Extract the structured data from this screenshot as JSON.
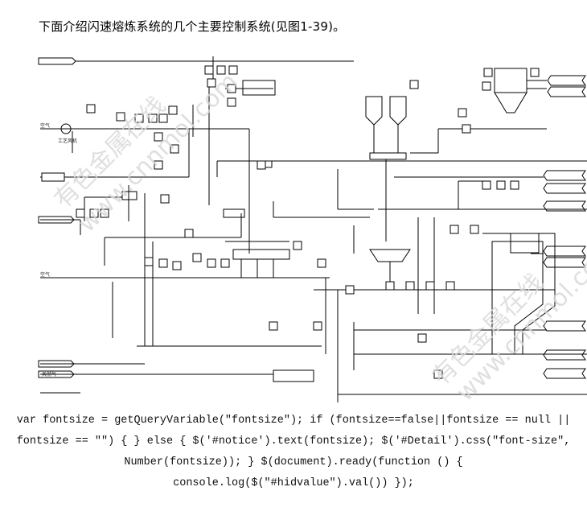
{
  "intro_text": "下面介绍闪速熔炼系统的几个主要控制系统(见图1-39)。",
  "figure": {
    "labels": {
      "air_1": "空气",
      "process_fan": "工艺风机",
      "air_2": "空气",
      "natural_gas": "天然气"
    },
    "watermark": [
      "有色金属在线",
      "www.cnnmol.com"
    ]
  },
  "code_text": "var fontsize = getQueryVariable(\"fontsize\"); if (fontsize==false||fontsize == null || fontsize == \"\") { } else { $('#notice').text(fontsize); $('#Detail').css(\"font-size\", Number(fontsize)); } $(document).ready(function () { console.log($(\"#hidvalue\").val()) });"
}
